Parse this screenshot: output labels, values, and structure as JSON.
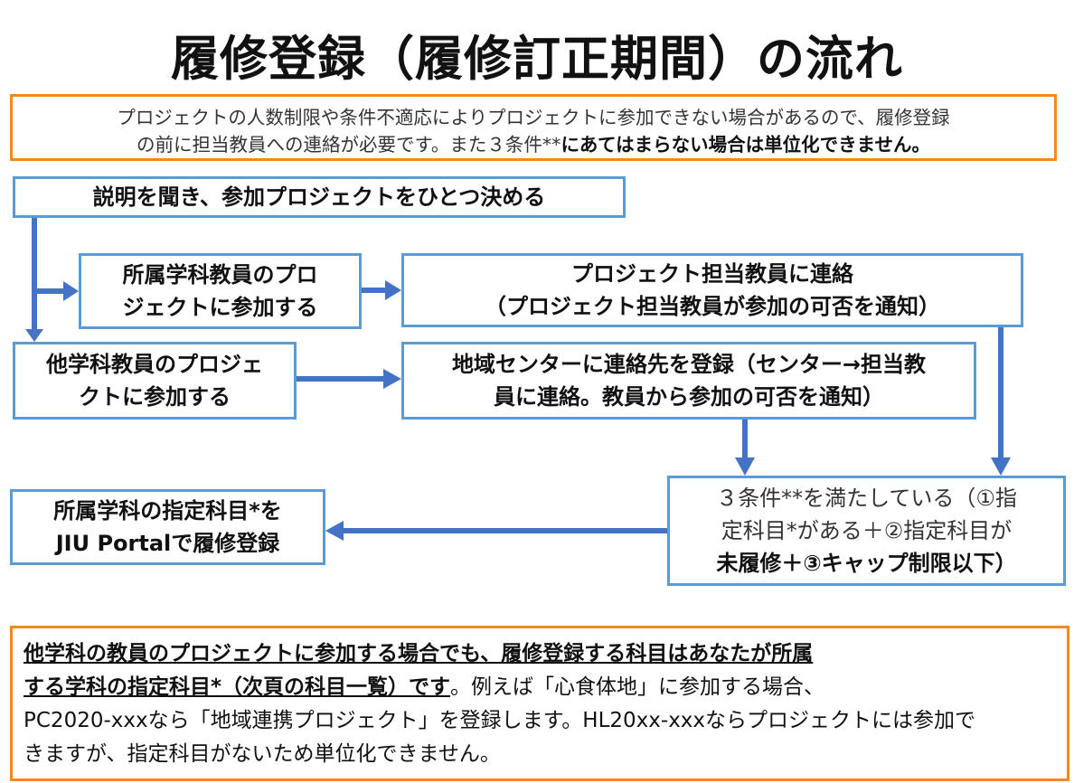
{
  "title": "履修登録（履修訂正期間）の流れ",
  "notice": {
    "line1": "プロジェクトの人数制限や条件不適応によりプロジェクトに参加できない場合があるので、履修登録",
    "line2_normal": "の前に担当教員への連絡が必要です。また３条件**",
    "line2_bold": "にあてはまらない場合は単位化できません。"
  },
  "flow": {
    "step_decide": "説明を聞き、参加プロジェクトをひとつ決める",
    "own_dept_1": "所属学科教員のプロ",
    "own_dept_2": "ジェクトに参加する",
    "contact_teacher_1": "プロジェクト担当教員に連絡",
    "contact_teacher_2": "（プロジェクト担当教員が参加の可否を通知）",
    "other_dept_1": "他学科教員のプロジェ",
    "other_dept_2": "クトに参加する",
    "center_1": "地域センターに連絡先を登録（センター→担当教",
    "center_2": "員に連絡。教員から参加の可否を通知）",
    "conditions_1": "３条件**を満たしている（①指",
    "conditions_2": "定科目*がある＋②指定科目が",
    "conditions_3": "未履修＋③キャップ制限以下）",
    "register_1": "所属学科の指定科目*を",
    "register_2": "JIU Portalで履修登録"
  },
  "bottom_note": {
    "bold_1": "他学科の教員のプロジェクトに参加する場合でも、履修登録する科目はあなたが所属",
    "bold_2": "する学科の指定科目*（次頁の科目一覧）です",
    "normal_2": "。例えば「心食体地」に参加する場合、",
    "line3": "PC2020-xxxなら「地域連携プロジェクト」を登録します。HL20xx-xxxならプロジェクトには参加で",
    "line4": "きますが、指定科目がないため単位化できません。"
  },
  "colors": {
    "box_border": "#5B9BD5",
    "arrow": "#4472C4",
    "notice_border": "#F28A1E"
  }
}
